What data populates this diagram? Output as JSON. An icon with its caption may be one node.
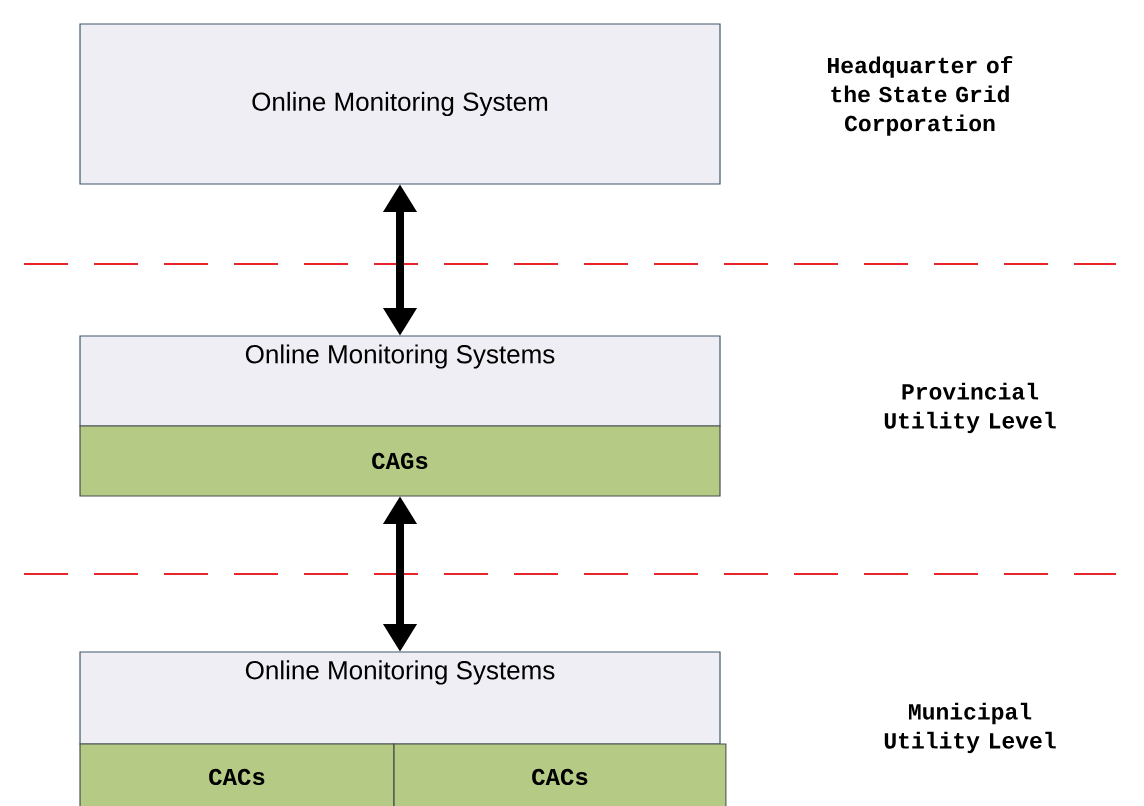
{
  "diagram": {
    "nodes": [
      {
        "text": [
          "Online Monitoring System"
        ]
      },
      {
        "text": [
          "Online Monitoring Systems"
        ]
      },
      {
        "text": [
          "CAGs"
        ]
      },
      {
        "text": [
          "Online Monitoring Systems"
        ]
      },
      {
        "text": [
          "CACs"
        ]
      },
      {
        "text": [
          "CACs"
        ]
      }
    ],
    "edges": [
      {
        "from": 0,
        "to": 1,
        "arrow": "both"
      },
      {
        "from": 2,
        "to": 3,
        "arrow": "both"
      }
    ],
    "labels": [
      "Headquarter of the State Grid Corporation",
      "Provincial Utility Level",
      "Municipal Utility Level"
    ]
  }
}
